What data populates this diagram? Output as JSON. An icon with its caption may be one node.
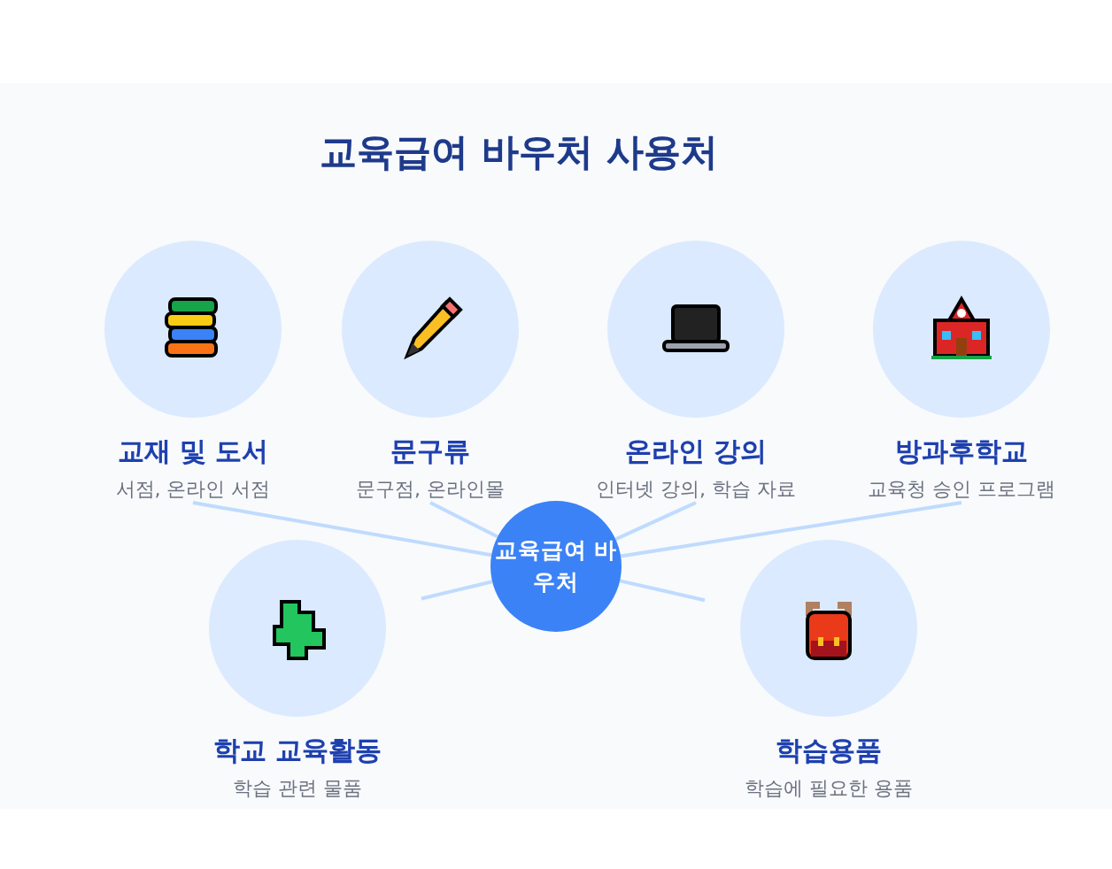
{
  "diagram": {
    "title": "교육급여 바우처 사용처",
    "nodes": [
      {
        "text": [
          "교재 및 도서",
          "서점, 온라인 서점"
        ]
      },
      {
        "text": [
          "문구류",
          "문구점, 온라인몰"
        ]
      },
      {
        "text": [
          "온라인 강의",
          "인터넷 강의, 학습 자료"
        ]
      },
      {
        "text": [
          "방과후학교",
          "교육청 승인 프로그램"
        ]
      },
      {
        "text": [
          "교육급여 바우처"
        ]
      },
      {
        "text": [
          "학교 교육활동",
          "학습 관련 물품"
        ]
      },
      {
        "text": [
          "학습용품",
          "학습에 필요한 용품"
        ]
      }
    ],
    "edges": [
      {
        "from": 4,
        "to": 0,
        "arrow": "none"
      },
      {
        "from": 4,
        "to": 1,
        "arrow": "none"
      },
      {
        "from": 4,
        "to": 2,
        "arrow": "none"
      },
      {
        "from": 4,
        "to": 3,
        "arrow": "none"
      },
      {
        "from": 4,
        "to": 5,
        "arrow": "none"
      },
      {
        "from": 4,
        "to": 6,
        "arrow": "none"
      }
    ]
  }
}
